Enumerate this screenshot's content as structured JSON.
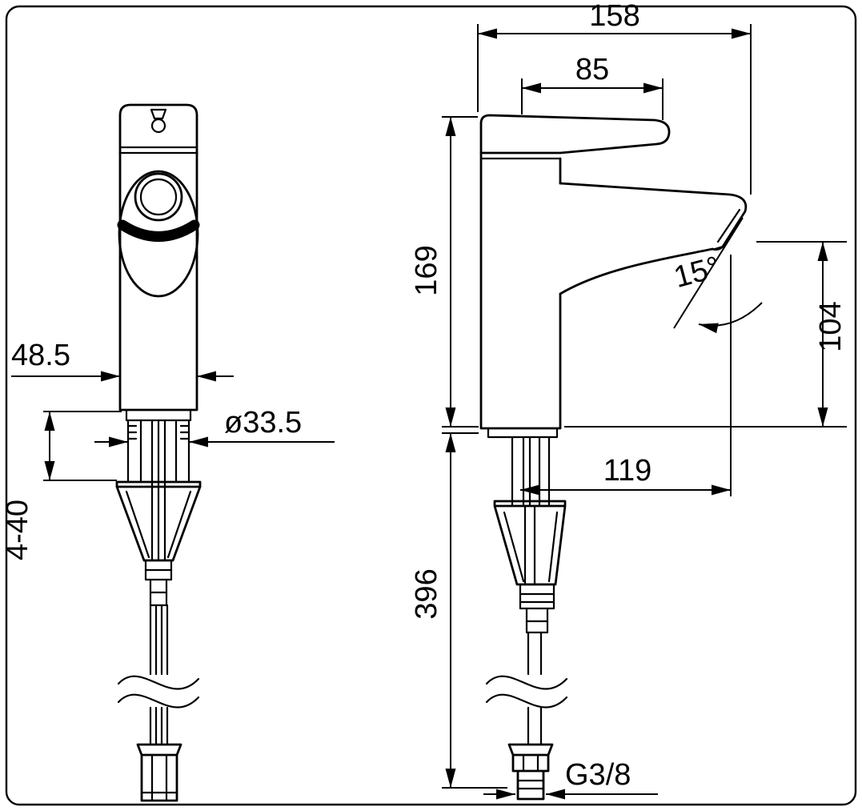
{
  "drawing": {
    "background_color": "#ffffff",
    "line_color": "#000000"
  },
  "dimensions": {
    "front_view": {
      "body_width": "48.5",
      "shank_diameter": "ø33.5",
      "mounting_range": "4-40"
    },
    "side_view": {
      "overall_depth": "158",
      "handle_length": "85",
      "body_height": "169",
      "spout_angle": "15°",
      "outlet_height": "104",
      "spout_reach": "119",
      "supply_hose_length": "396",
      "connection_thread": "G3/8"
    }
  }
}
